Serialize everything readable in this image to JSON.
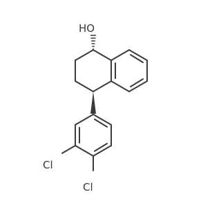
{
  "molecule": {
    "atoms": {
      "oh": "HO",
      "cl1": "Cl",
      "cl2": "Cl"
    },
    "colors": {
      "bond": "#3a3a3a",
      "background": "#ffffff"
    }
  }
}
